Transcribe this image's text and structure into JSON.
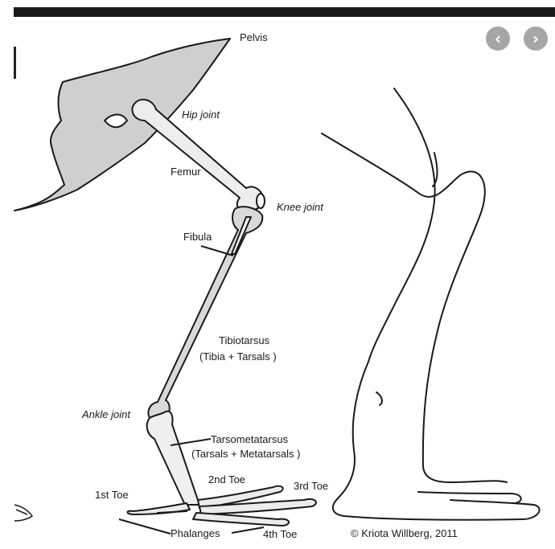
{
  "navigation": {
    "prev_icon": "chevron-left-icon",
    "next_icon": "chevron-right-icon",
    "prev_glyph": "‹",
    "next_glyph": "›"
  },
  "labels": {
    "pelvis": "Pelvis",
    "hip_joint": "Hip joint",
    "femur": "Femur",
    "knee_joint": "Knee joint",
    "fibula": "Fibula",
    "tibiotarsus": "Tibiotarsus",
    "tibiotarsus_sub": "(Tibia + Tarsals )",
    "ankle_joint": "Ankle joint",
    "tarsometatarsus": "Tarsometatarsus",
    "tarsometatarsus_sub": "(Tarsals + Metatarsals )",
    "toe_1": "1st Toe",
    "toe_2": "2nd Toe",
    "toe_3": "3rd Toe",
    "toe_4": "4th Toe",
    "phalanges": "Phalanges"
  },
  "credit": "© Kriota Willberg, 2011",
  "colors": {
    "bone_fill": "#d9d9d9",
    "line": "#1a1a1a",
    "nav_button": "#a6a6a6"
  }
}
